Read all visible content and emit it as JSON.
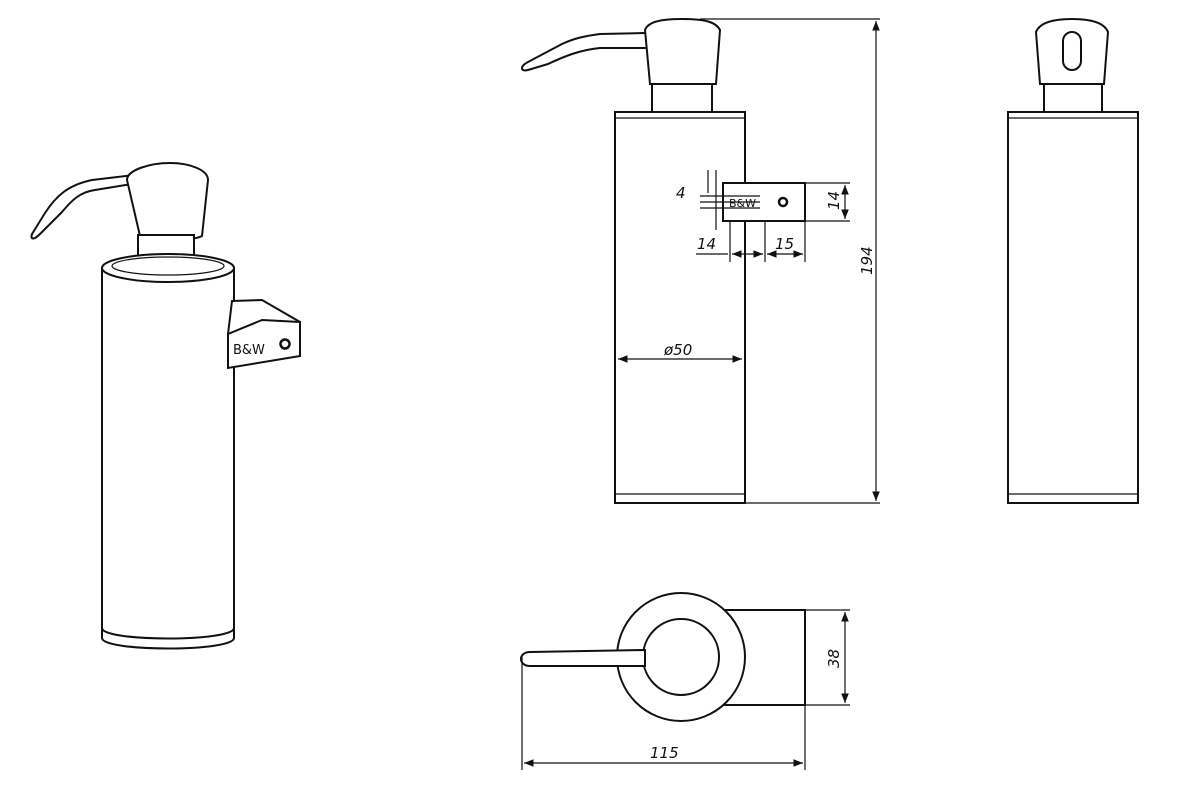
{
  "brand": {
    "label": "B&W"
  },
  "dimensions": {
    "diameter": "ø50",
    "height": "194",
    "bracket_hole_offset": "4",
    "bracket_left": "14",
    "bracket_width": "15",
    "bracket_height": "14",
    "depth_38": "38",
    "total_length": "115"
  }
}
